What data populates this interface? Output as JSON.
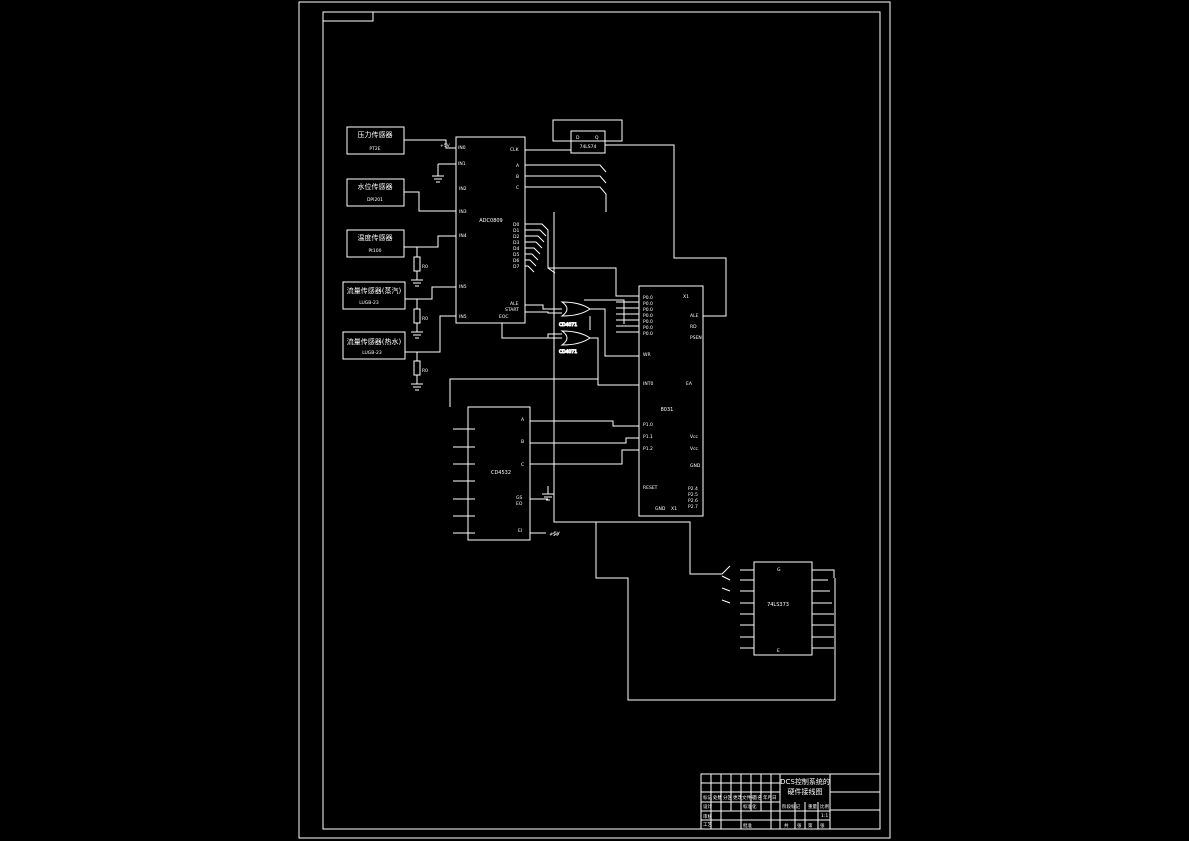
{
  "sensors": {
    "pressure": {
      "name": "压力传感器",
      "model": "PT2E"
    },
    "level": {
      "name": "水位传感器",
      "model": "DPI201"
    },
    "temperature": {
      "name": "温度传感器",
      "model": "Pt100"
    },
    "flow1": {
      "name": "流量传感器(蒸汽)",
      "model": "LUGB-23"
    },
    "flow2": {
      "name": "流量传感器(热水)",
      "model": "LUGB-23"
    }
  },
  "chips": {
    "adc": {
      "name": "ADC0809",
      "pins": {
        "in0": "IN0",
        "in1": "IN1",
        "in2": "IN2",
        "in3": "IN3",
        "in4": "IN4",
        "in5": "IN5",
        "clk": "CLK",
        "a": "A",
        "b": "B",
        "c": "C",
        "ale": "ALE",
        "start": "START",
        "eoc": "EOC",
        "vref": "+5V",
        "d0": "D0",
        "d1": "D1",
        "d2": "D2",
        "d3": "D3",
        "d4": "D4",
        "d5": "D5",
        "d6": "D6",
        "d7": "D7"
      }
    },
    "mcu": {
      "name": "8031",
      "pins": {
        "p0": "P0.0",
        "ale": "ALE",
        "rd": "RD",
        "wr": "WR",
        "int": "INT0",
        "psen": "PSEN",
        "p10": "P1.0",
        "p11": "P1.1",
        "p12": "P1.2",
        "vcc1": "Vcc",
        "vcc2": "Vcc",
        "ea": "EA",
        "reset": "RESET",
        "p24": "P2.4",
        "p25": "P2.5",
        "p26": "P2.6",
        "p27": "P2.7",
        "gnd": "GND",
        "xtal": "X1"
      }
    },
    "keypad": {
      "name": "CD4532",
      "pins": {
        "a": "A",
        "b": "B",
        "c": "C",
        "gs": "GS",
        "eo": "EO",
        "ei": "EI",
        "plus5": "+5V"
      }
    },
    "latch": {
      "name": "74LS373",
      "pins": {
        "g": "G",
        "e": "E"
      }
    },
    "ff": {
      "name": "74LS74",
      "pins": {
        "d": "D",
        "q": "Q"
      }
    }
  },
  "gates": {
    "or1": "CD4071",
    "or2": "CD4071"
  },
  "resistor_label": "R0",
  "plus5v": "+5V",
  "title_block": {
    "title_line1": "DCS控制系统的",
    "title_line2": "硬件接线图",
    "row_labels": [
      "标记",
      "处数",
      "分区",
      "更改文件号",
      "签名",
      "年月日"
    ],
    "row2": [
      "设计",
      "",
      "标准化"
    ],
    "row3": [
      "审核",
      "",
      "工艺",
      "",
      "批准"
    ],
    "cols": [
      "阶段标记",
      "重量",
      "比例"
    ],
    "scale": "1:1",
    "sheet": [
      "共",
      "张",
      "第",
      "张"
    ]
  }
}
